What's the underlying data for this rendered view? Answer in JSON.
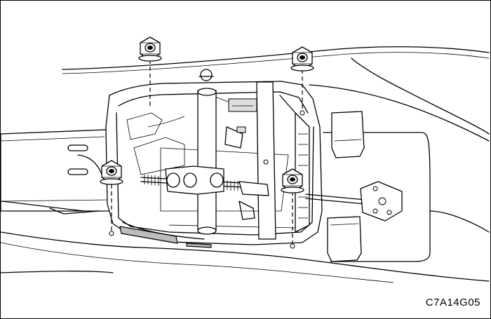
{
  "figure": {
    "code": "C7A14G05"
  },
  "nuts": [
    {
      "name": "nut-top-left"
    },
    {
      "name": "nut-top-right"
    },
    {
      "name": "nut-bottom-left"
    },
    {
      "name": "nut-bottom-right"
    }
  ]
}
